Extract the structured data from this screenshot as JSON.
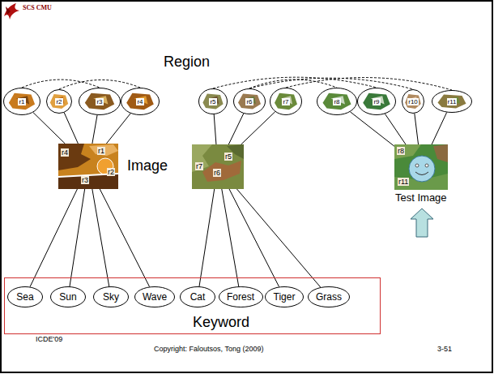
{
  "diagram": {
    "nodes": [
      {
        "text": [
          "r1"
        ]
      },
      {
        "text": [
          "r2"
        ]
      },
      {
        "text": [
          "r3"
        ]
      },
      {
        "text": [
          "r4"
        ]
      },
      {
        "text": [
          "r5"
        ]
      },
      {
        "text": [
          "r6"
        ]
      },
      {
        "text": [
          "r7"
        ]
      },
      {
        "text": [
          "r8"
        ]
      },
      {
        "text": [
          "r9"
        ]
      },
      {
        "text": [
          "r10"
        ]
      },
      {
        "text": [
          "r11"
        ]
      },
      {
        "text": [
          "r4",
          "r1",
          "r2",
          "r3",
          "Image"
        ]
      },
      {
        "text": [
          "r5",
          "r7",
          "r6"
        ]
      },
      {
        "text": [
          "r8",
          "r11",
          "Test Image"
        ]
      },
      {
        "text": [
          "Keyword"
        ]
      },
      {
        "text": [
          "Sea"
        ],
        "in": 14
      },
      {
        "text": [
          "Sun"
        ],
        "in": 14
      },
      {
        "text": [
          "Sky"
        ],
        "in": 14
      },
      {
        "text": [
          "Wave"
        ],
        "in": 14
      },
      {
        "text": [
          "Cat"
        ],
        "in": 14
      },
      {
        "text": [
          "Forest"
        ],
        "in": 14
      },
      {
        "text": [
          "Tiger"
        ],
        "in": 14
      },
      {
        "text": [
          "Grass"
        ],
        "in": 14
      }
    ],
    "edges": [
      {
        "from": 0,
        "to": 11,
        "arrow": "none"
      },
      {
        "from": 1,
        "to": 11,
        "arrow": "none"
      },
      {
        "from": 2,
        "to": 11,
        "arrow": "none"
      },
      {
        "from": 3,
        "to": 11,
        "arrow": "none"
      },
      {
        "from": 4,
        "to": 12,
        "arrow": "none"
      },
      {
        "from": 5,
        "to": 12,
        "arrow": "none"
      },
      {
        "from": 6,
        "to": 12,
        "arrow": "none"
      },
      {
        "from": 7,
        "to": 13,
        "arrow": "none"
      },
      {
        "from": 8,
        "to": 13,
        "arrow": "none"
      },
      {
        "from": 9,
        "to": 13,
        "arrow": "none"
      },
      {
        "from": 10,
        "to": 13,
        "arrow": "none"
      },
      {
        "from": 11,
        "to": 15,
        "arrow": "none"
      },
      {
        "from": 11,
        "to": 16,
        "arrow": "none"
      },
      {
        "from": 11,
        "to": 17,
        "arrow": "none"
      },
      {
        "from": 11,
        "to": 18,
        "arrow": "none"
      },
      {
        "from": 12,
        "to": 19,
        "arrow": "none"
      },
      {
        "from": 12,
        "to": 20,
        "arrow": "none"
      },
      {
        "from": 12,
        "to": 21,
        "arrow": "none"
      },
      {
        "from": 12,
        "to": 22,
        "arrow": "none"
      },
      {
        "from": 0,
        "to": 2,
        "arrow": "none"
      },
      {
        "from": 1,
        "to": 3,
        "arrow": "none"
      },
      {
        "from": 4,
        "to": 8,
        "arrow": "none"
      },
      {
        "from": 5,
        "to": 7,
        "arrow": "none"
      },
      {
        "from": 6,
        "to": 10,
        "arrow": "none"
      },
      {
        "from": 5,
        "to": 9,
        "arrow": "none"
      }
    ],
    "labels": [
      "SCS CMU",
      "Region",
      "ICDE'09",
      "Copyright: Faloutsos, Tong (2009)",
      "3-51"
    ]
  }
}
